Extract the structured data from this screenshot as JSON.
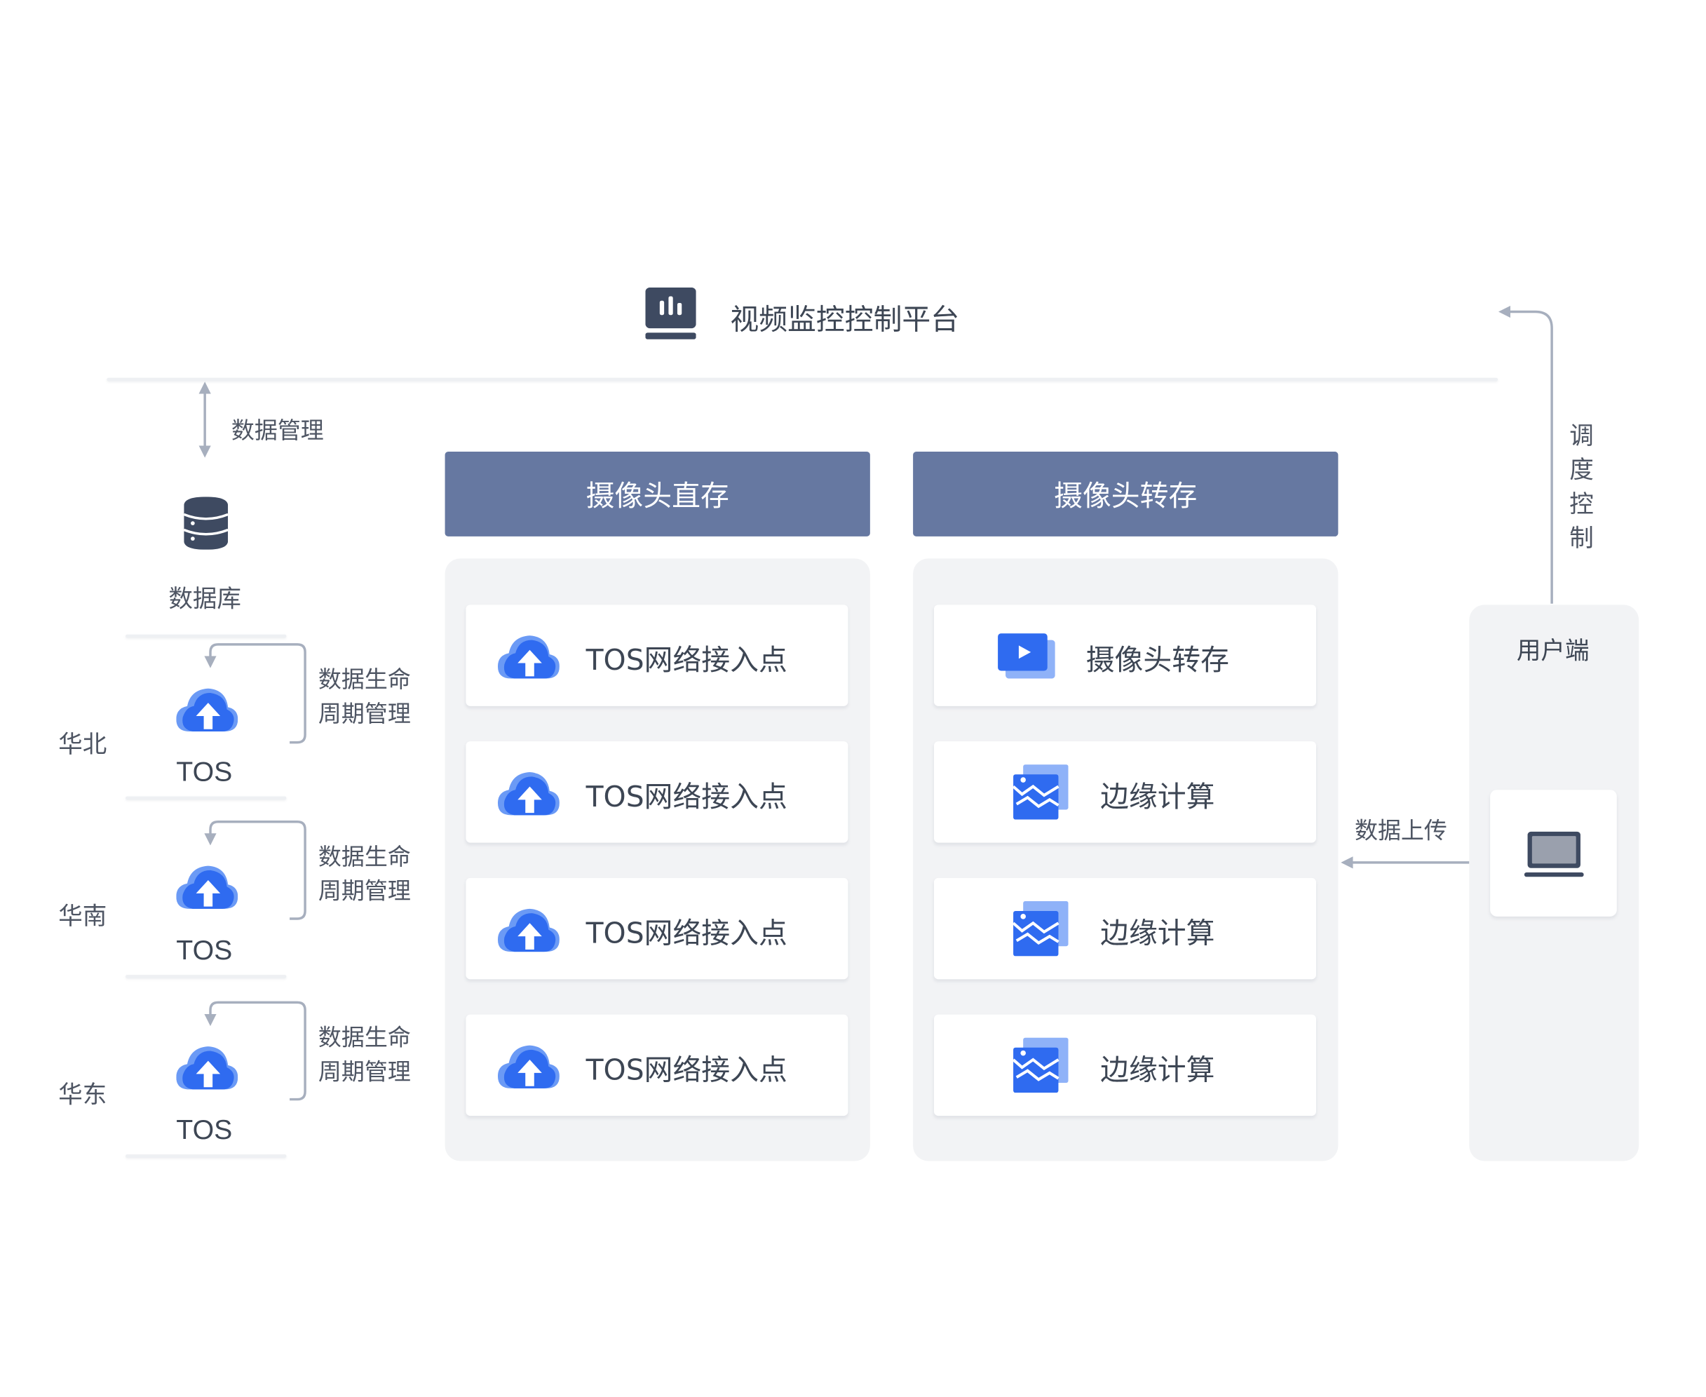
{
  "platform": {
    "title": "视频监控控制平台",
    "icon": "dashboard-chart-icon"
  },
  "data_management_label": "数据管理",
  "database": {
    "label": "数据库",
    "icon": "database-icon"
  },
  "regions": [
    {
      "name": "华北",
      "store": "TOS",
      "lifecycle_line1": "数据生命",
      "lifecycle_line2": "周期管理"
    },
    {
      "name": "华南",
      "store": "TOS",
      "lifecycle_line1": "数据生命",
      "lifecycle_line2": "周期管理"
    },
    {
      "name": "华东",
      "store": "TOS",
      "lifecycle_line1": "数据生命",
      "lifecycle_line2": "周期管理"
    }
  ],
  "direct_storage": {
    "title": "摄像头直存",
    "items": [
      "TOS网络接入点",
      "TOS网络接入点",
      "TOS网络接入点",
      "TOS网络接入点"
    ]
  },
  "relay_storage": {
    "title": "摄像头转存",
    "items": [
      "摄像头转存",
      "边缘计算",
      "边缘计算",
      "边缘计算"
    ]
  },
  "user_side": {
    "title": "用户端",
    "icon": "laptop-icon"
  },
  "upload_label": "数据上传",
  "schedule_control": [
    "调",
    "度",
    "控",
    "制"
  ],
  "colors": {
    "header": "#6678a1",
    "panel": "#f2f3f5",
    "accent_blue": "#2f6bf0",
    "arrow": "#a7afbe",
    "text": "#3d4654"
  }
}
